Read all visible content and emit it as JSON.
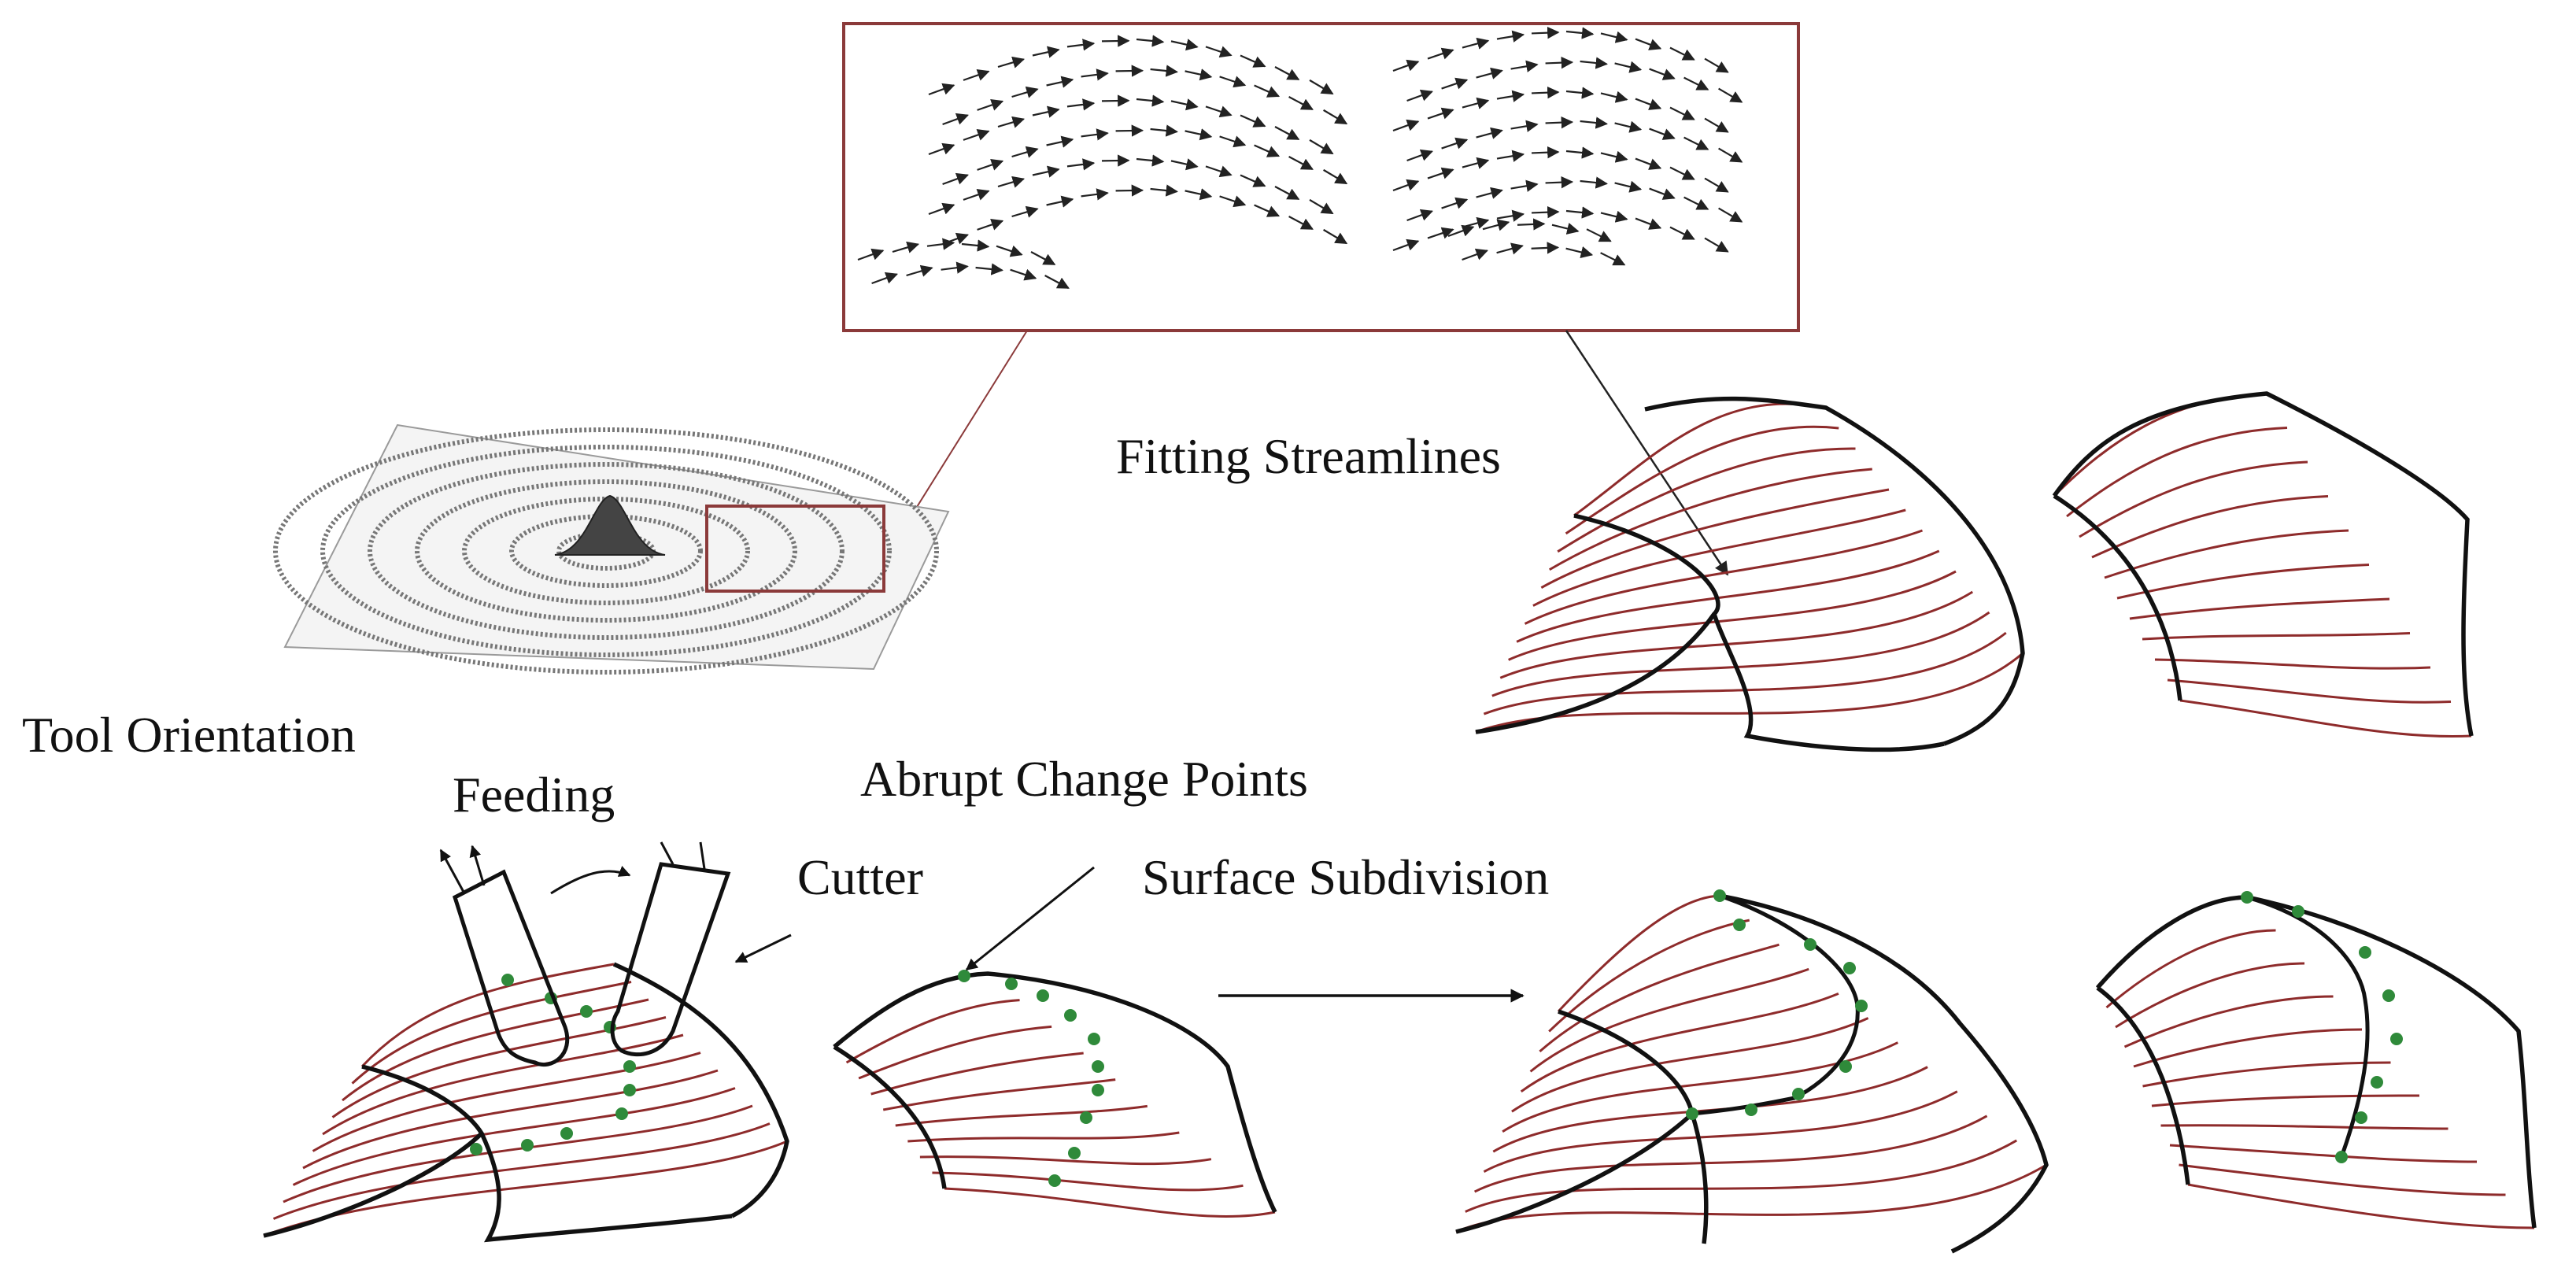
{
  "labels": {
    "fitting_streamlines": "Fitting Streamlines",
    "tool_orientation": "Tool Orientation",
    "feeding": "Feeding",
    "abrupt_change_points": "Abrupt Change Points",
    "cutter": "Cutter",
    "surface_subdivision": "Surface Subdivision"
  },
  "colors": {
    "streamline": "#8e2b2b",
    "boundary": "#111111",
    "frame": "#8b3a3a",
    "point": "#2f8a3a",
    "vector": "#222222",
    "ripple": "#777777"
  }
}
